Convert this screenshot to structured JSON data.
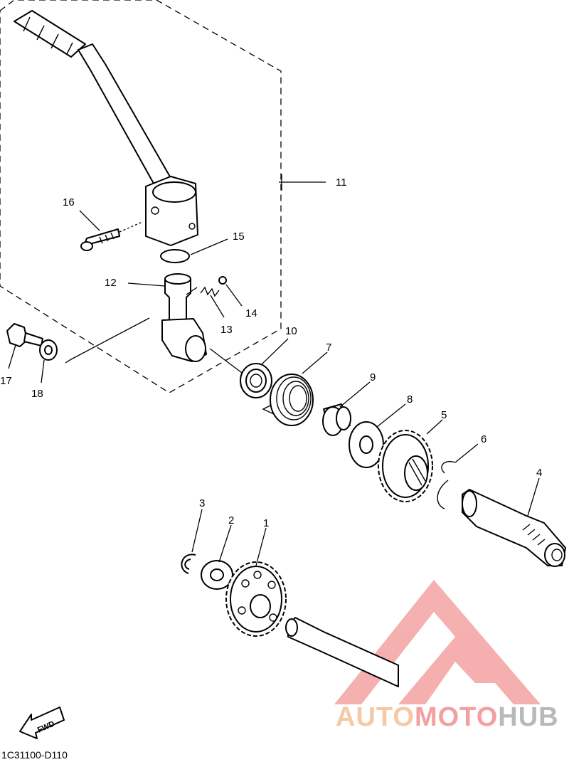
{
  "diagram": {
    "drawing_code": "1C31100-D110",
    "fwd_label": "FWD",
    "watermark": {
      "text_part1": "AUTO",
      "text_part2": "MOTO",
      "text_part3": "HUB",
      "color_part1": "#f5c9a6",
      "color_part2": "#f4a0a0",
      "color_part3": "#b9b9b9",
      "logo_color": "#f4a7a7"
    },
    "callouts": [
      "1",
      "2",
      "3",
      "4",
      "5",
      "6",
      "7",
      "8",
      "9",
      "10",
      "11",
      "12",
      "13",
      "14",
      "15",
      "16",
      "17",
      "18"
    ]
  }
}
